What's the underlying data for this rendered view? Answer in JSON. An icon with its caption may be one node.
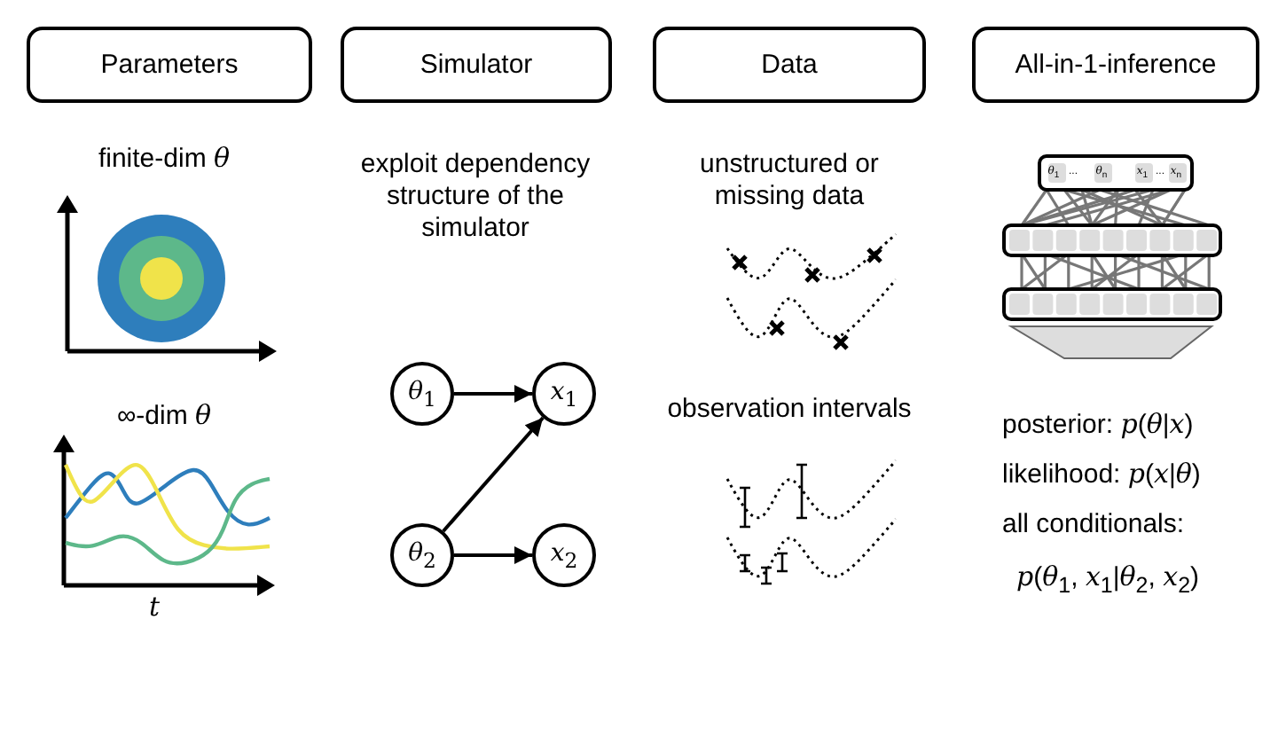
{
  "diagram": {
    "nodes": [
      {
        "text": [
          "Parameters"
        ]
      },
      {
        "text": [
          "Simulator"
        ]
      },
      {
        "text": [
          "Data"
        ]
      },
      {
        "text": [
          "All-in-1-inference"
        ]
      },
      {
        "text": [
          "*θ*$_{1}$"
        ]
      },
      {
        "text": [
          "*x*$_{1}$"
        ]
      },
      {
        "text": [
          "*θ*$_{2}$"
        ]
      },
      {
        "text": [
          "*x*$_{2}$"
        ]
      }
    ],
    "edges": [
      {
        "from": 4,
        "to": 5,
        "arrow": "to"
      },
      {
        "from": 6,
        "to": 5,
        "arrow": "to"
      },
      {
        "from": 6,
        "to": 7,
        "arrow": "to"
      }
    ],
    "labels": [
      "finite-dim *θ*",
      "∞-dim *θ*",
      "*t*",
      "exploit dependency structure of the simulator",
      "unstructured or missing data",
      "observation intervals",
      "*θ*$_{1}$",
      "...",
      "*θ*$_{n}$",
      "*x*$_{1}$",
      "...",
      "*x*$_{n}$",
      "posterior: *p*(*θ*|*x*)",
      "likelihood: *p*(*x*|*θ*)",
      "all conditionals:",
      "*p*(*θ*$_{1}$, *x*$_{1}$|*θ*$_{2}$, *x*$_{2}$)"
    ]
  }
}
